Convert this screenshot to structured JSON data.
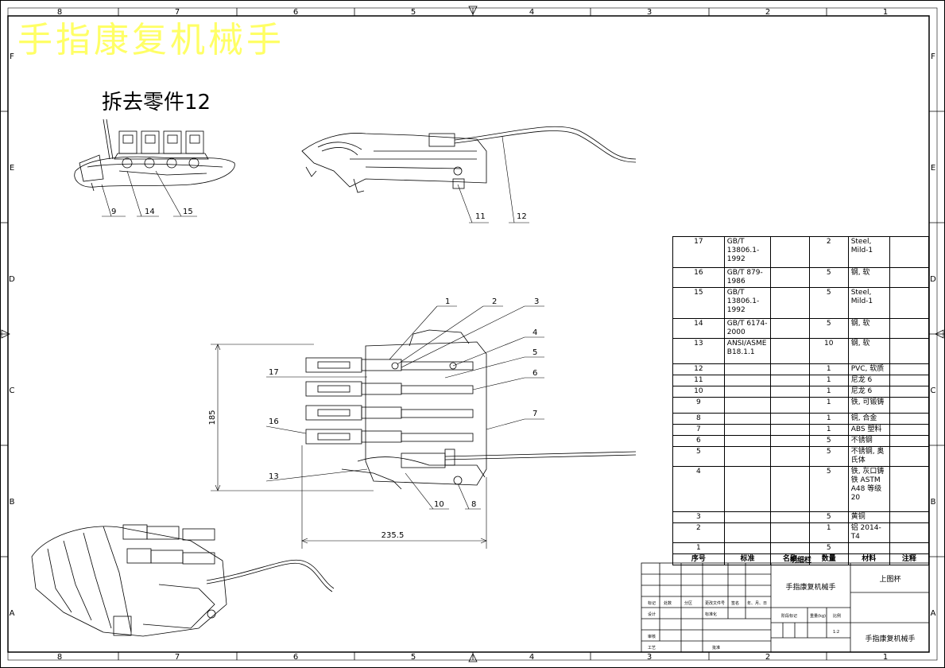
{
  "title": "手指康复机械手",
  "removed_note": "拆去零件12",
  "zones": {
    "columns": [
      "8",
      "7",
      "6",
      "5",
      "4",
      "3",
      "2",
      "1"
    ],
    "rows": [
      "F",
      "E",
      "D",
      "C",
      "B",
      "A"
    ]
  },
  "callouts_top": [
    "9",
    "14",
    "15",
    "11",
    "12"
  ],
  "callouts_main": [
    "1",
    "2",
    "3",
    "4",
    "5",
    "6",
    "7",
    "17",
    "16",
    "13",
    "10",
    "8"
  ],
  "dimensions": {
    "height": "185",
    "width": "235.5"
  },
  "bom": {
    "headers": [
      "序号",
      "标准",
      "名称",
      "数量",
      "材料",
      "注释"
    ],
    "caption": "明细栏",
    "rows": [
      {
        "no": "17",
        "std": "GB/T 13806.1-1992",
        "name": "",
        "qty": "2",
        "mat": "Steel, Mild-1",
        "note": ""
      },
      {
        "no": "16",
        "std": "GB/T 879-1986",
        "name": "",
        "qty": "5",
        "mat": "钢, 软",
        "note": ""
      },
      {
        "no": "15",
        "std": "GB/T 13806.1-1992",
        "name": "",
        "qty": "5",
        "mat": "Steel, Mild-1",
        "note": ""
      },
      {
        "no": "14",
        "std": "GB/T 6174-2000",
        "name": "",
        "qty": "5",
        "mat": "钢, 软",
        "note": ""
      },
      {
        "no": "13",
        "std": "ANSI/ASME B18.1.1",
        "name": "",
        "qty": "10",
        "mat": "钢, 软",
        "note": ""
      },
      {
        "no": "12",
        "std": "",
        "name": "",
        "qty": "1",
        "mat": "PVC, 软质",
        "note": ""
      },
      {
        "no": "11",
        "std": "",
        "name": "",
        "qty": "1",
        "mat": "尼龙 6",
        "note": ""
      },
      {
        "no": "10",
        "std": "",
        "name": "",
        "qty": "1",
        "mat": "尼龙 6",
        "note": ""
      },
      {
        "no": "9",
        "std": "",
        "name": "",
        "qty": "1",
        "mat": "铁, 可锻铸",
        "note": ""
      },
      {
        "no": "8",
        "std": "",
        "name": "",
        "qty": "1",
        "mat": "铜, 合金",
        "note": ""
      },
      {
        "no": "7",
        "std": "",
        "name": "",
        "qty": "1",
        "mat": "ABS 塑料",
        "note": ""
      },
      {
        "no": "6",
        "std": "",
        "name": "",
        "qty": "5",
        "mat": "不锈钢",
        "note": ""
      },
      {
        "no": "5",
        "std": "",
        "name": "",
        "qty": "5",
        "mat": "不锈钢, 奥氏体",
        "note": ""
      },
      {
        "no": "4",
        "std": "",
        "name": "",
        "qty": "5",
        "mat": "铁, 灰口铸铁 ASTM A48 等级 20",
        "note": ""
      },
      {
        "no": "3",
        "std": "",
        "name": "",
        "qty": "5",
        "mat": "黄铜",
        "note": ""
      },
      {
        "no": "2",
        "std": "",
        "name": "",
        "qty": "1",
        "mat": "铝 2014-T4",
        "note": ""
      },
      {
        "no": "1",
        "std": "",
        "name": "",
        "qty": "5",
        "mat": "",
        "note": ""
      }
    ]
  },
  "title_block": {
    "drawing_name": "手指康复机械手",
    "company": "上图杯",
    "drawing_no": "手指康复机械手",
    "scale": "1:2",
    "labels": [
      "标记",
      "处数",
      "分区",
      "更改文件号",
      "签名",
      "年、月、日",
      "设计",
      "标准化",
      "阶段标记",
      "重量(kg)",
      "比例",
      "审核",
      "工艺",
      "批准"
    ]
  }
}
